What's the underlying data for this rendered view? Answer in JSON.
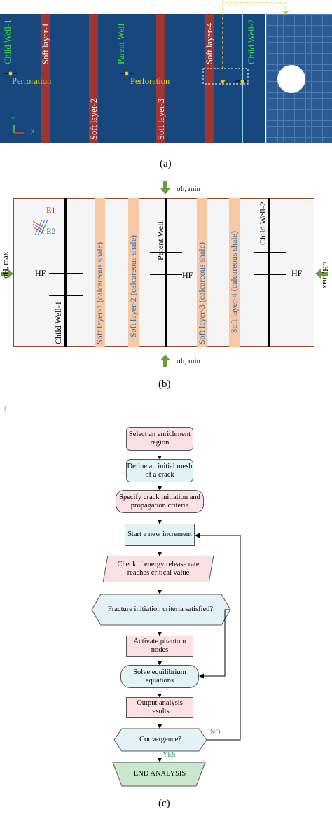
{
  "panel_a": {
    "caption": "(a)",
    "labels": {
      "child_well_1": "Child Well-1",
      "soft_layer_1": "Soft layer-1",
      "perforation_left": "Perforation",
      "parent_well": "Parent Well",
      "perforation_mid": "Perforation",
      "soft_layer_2": "Soft layer-2",
      "soft_layer_3": "Soft layer-3",
      "soft_layer_4": "Soft layer-4",
      "child_well_2": "Child Well-2",
      "axis_y": "Y",
      "axis_x": "X"
    },
    "colors": {
      "background": "#17477d",
      "soft_layer": "#9e3535",
      "mesh": "#2f5f98"
    }
  },
  "panel_b": {
    "caption": "(b)",
    "stress_top": "σh, min",
    "stress_bottom": "σh, min",
    "stress_left": "σH, max",
    "stress_right": "σH, max",
    "e1": "E1",
    "e2": "E2",
    "hf_left": "HF",
    "hf_mid": "HF",
    "hf_right": "HF",
    "child_well_1": "Child Well-1",
    "parent_well": "Parent Well",
    "child_well_2": "Child Well-2",
    "soft_layer_1": "Soft layer-1 (calcareous shale)",
    "soft_layer_2": "Soft layer-2 (calcareous shale)",
    "soft_layer_3": "Soft layer-3 (calcareous shale)",
    "soft_layer_4": "Soft layer-4 (calcareous shale)"
  },
  "panel_c": {
    "caption": "(c)",
    "steps": {
      "s1": "Select an enrichment region",
      "s2": "Define an initial mesh of a crack",
      "s3": "Specify crack initiation and propagation criteria",
      "s4": "Start a new increment",
      "s5": "Check if energy release rate reaches critical value",
      "s6": "Fracture initiation criteria satisfied?",
      "s7": "Activate phantom nodes",
      "s8": "Solve equilibrium equations",
      "s9": "Output analysis results",
      "s10": "Convergence?",
      "s11": "END ANALYSIS"
    },
    "no_label": "NO",
    "yes_label": "YES"
  }
}
